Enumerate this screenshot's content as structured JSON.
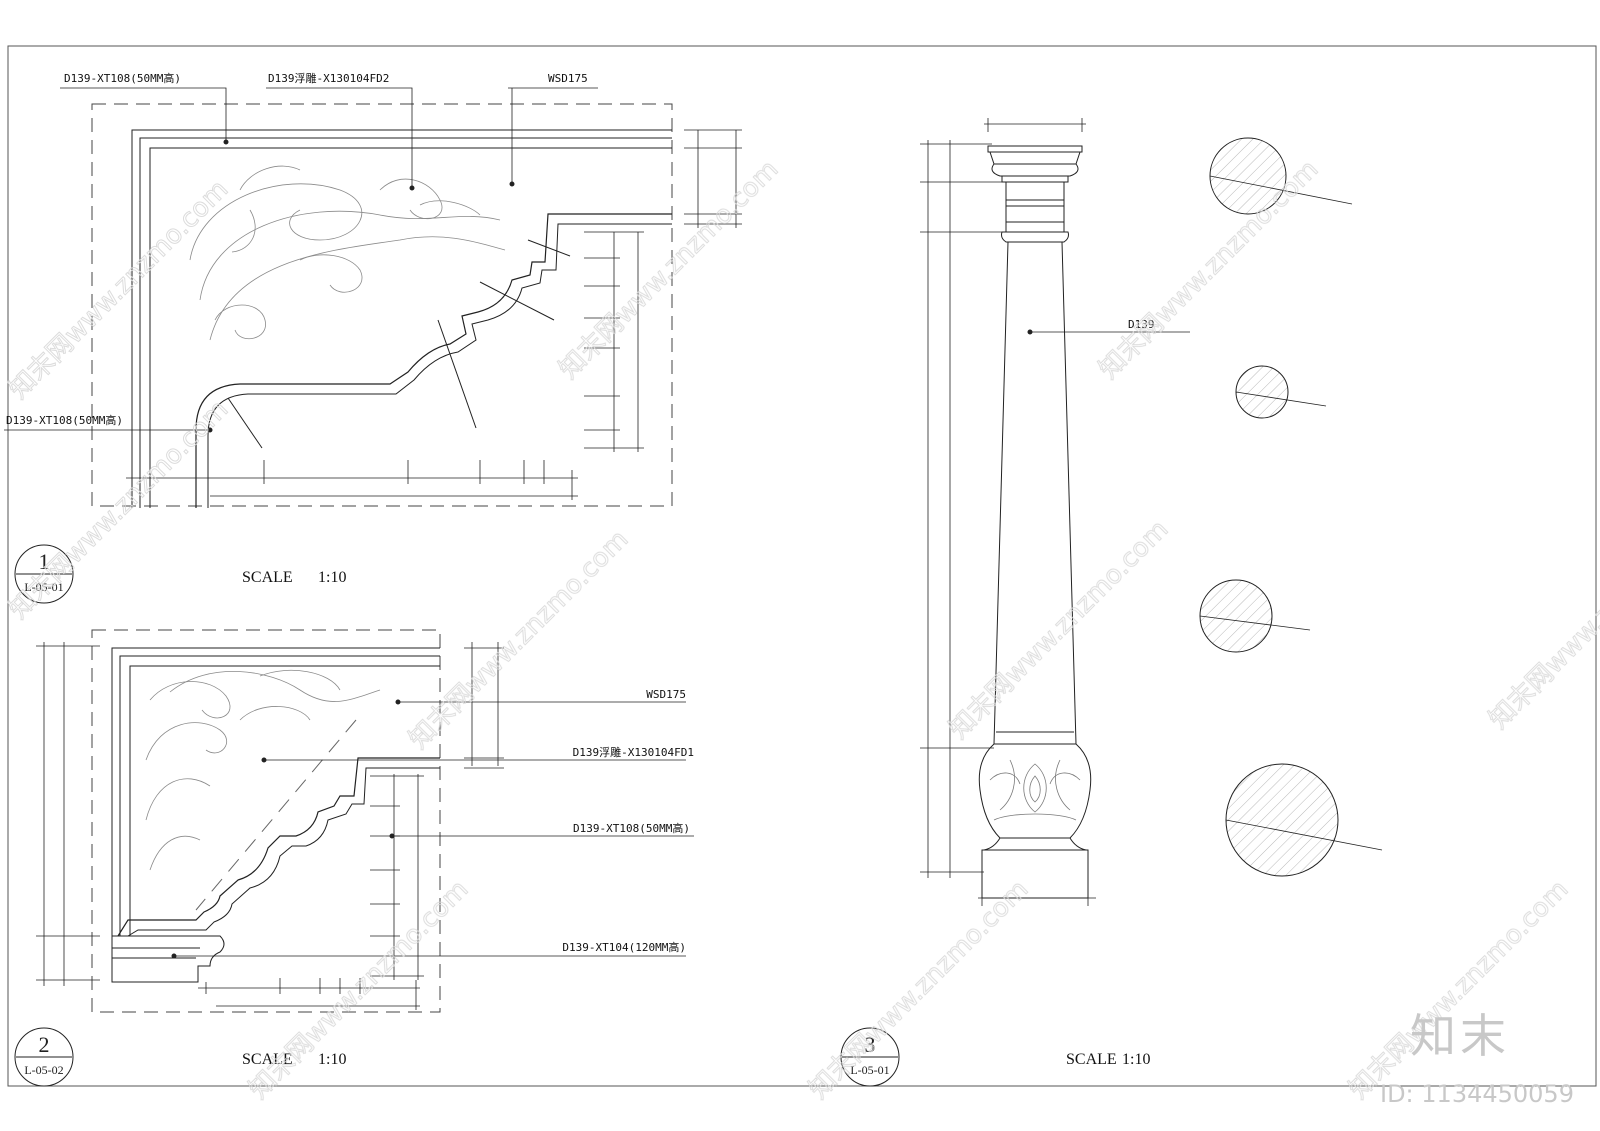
{
  "details": [
    {
      "number": "1",
      "ref": "L-05-01",
      "scale_label": "SCALE",
      "scale_value": "1:10",
      "labels": [
        "D139-XT108(50MM高)",
        "D139浮雕-X130104FD2",
        "WSD175",
        "D139-XT108(50MM高)"
      ]
    },
    {
      "number": "2",
      "ref": "L-05-02",
      "scale_label": "SCALE",
      "scale_value": "1:10",
      "labels": [
        "WSD175",
        "D139浮雕-X130104FD1",
        "D139-XT108(50MM高)",
        "D139-XT104(120MM高)"
      ]
    },
    {
      "number": "3",
      "ref": "L-05-01",
      "scale_label": "SCALE",
      "scale_value": "1:10",
      "labels": [
        "D139"
      ]
    }
  ],
  "watermark": {
    "logo": "知末",
    "id": "ID: 1134450059",
    "pattern": "知末网www.znzmo.com"
  }
}
